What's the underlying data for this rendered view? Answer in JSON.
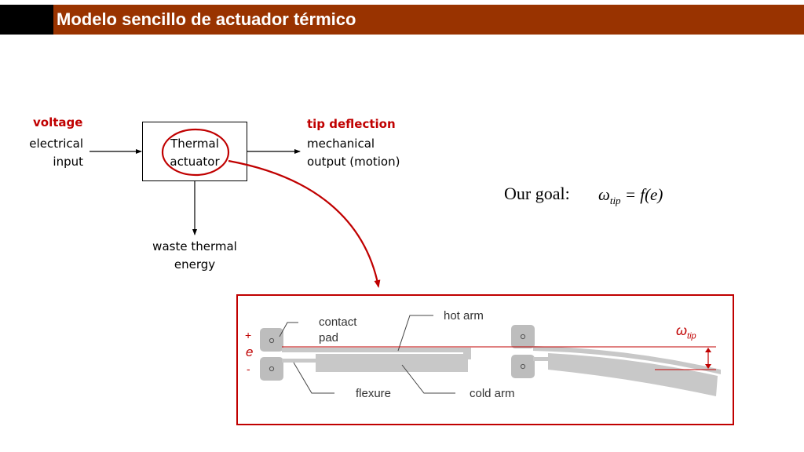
{
  "header": {
    "title": "Modelo sencillo de actuador térmico",
    "colors": {
      "bar": "#993300",
      "accent_red": "#c00000"
    }
  },
  "block_diagram": {
    "input": {
      "quantity": "voltage",
      "line1": "electrical",
      "line2": "input"
    },
    "block": {
      "line1": "Thermal",
      "line2": "actuator"
    },
    "output": {
      "quantity": "tip deflection",
      "line1": "mechanical",
      "line2": "output (motion)"
    },
    "waste": {
      "line1": "waste thermal",
      "line2": "energy"
    }
  },
  "goal": {
    "prefix": "Our goal:",
    "omega": "ω",
    "subscript": "tip",
    "rhs": "= f(e)"
  },
  "figure": {
    "plus": "+",
    "e": "e",
    "minus": "-",
    "contact_pad": {
      "line1": "contact",
      "line2": "pad"
    },
    "hot_arm": "hot arm",
    "cold_arm": "cold arm",
    "flexure": "flexure",
    "omega": "ω",
    "omega_subscript": "tip"
  }
}
